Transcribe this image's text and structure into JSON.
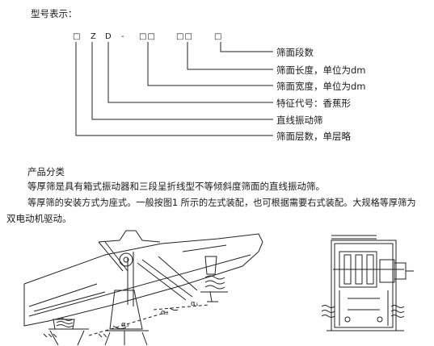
{
  "model_heading": "型号表示：",
  "model_code": {
    "box1": "□",
    "z": "Z",
    "d": "D",
    "dash": "-",
    "box2": "□□",
    "box3": "□□",
    "box4": "□"
  },
  "callouts": [
    "筛面段数",
    "筛面长度，单位为dm",
    "筛面宽度，单位为dm",
    "特征代号：香蕉形",
    "直线振动筛",
    "筛面层数，单层略"
  ],
  "section_title": "产品分类",
  "paragraph1": "等厚筛是具有箱式振动器和三段呈折线型不等倾斜度筛面的直线振动筛。",
  "paragraph2_line1": "等厚筛的安装方式为座式。一般按图1 所示的左式装配，也可根据需要右式装配。大规格等厚筛为",
  "paragraph2_line2": "双电动机驱动。",
  "figure_labels": {
    "alpha1": "α₁",
    "alpha2": "α₂",
    "alpha3": "α₃"
  }
}
